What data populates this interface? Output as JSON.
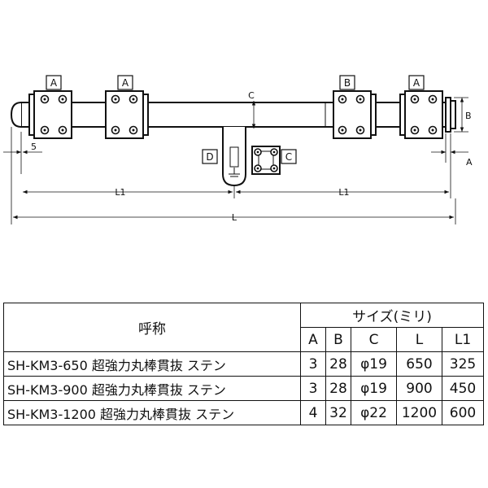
{
  "diagram": {
    "labels": {
      "a1": "A",
      "a2": "A",
      "b": "B",
      "a3": "A",
      "d": "D",
      "c": "C"
    },
    "dims": {
      "c": "C",
      "b": "B",
      "a": "A",
      "five": "5",
      "l1_left": "L1",
      "l1_right": "L1",
      "l": "L"
    }
  },
  "table": {
    "name_header": "呼称",
    "size_header": "サイズ(ミリ)",
    "columns": [
      "A",
      "B",
      "C",
      "L",
      "L1"
    ],
    "rows": [
      {
        "name": "SH-KM3-650 超強力丸棒貫抜 ステン",
        "a": "3",
        "b": "28",
        "c": "φ19",
        "l": "650",
        "l1": "325"
      },
      {
        "name": "SH-KM3-900 超強力丸棒貫抜 ステン",
        "a": "3",
        "b": "28",
        "c": "φ19",
        "l": "900",
        "l1": "450"
      },
      {
        "name": "SH-KM3-1200 超強力丸棒貫抜 ステン",
        "a": "4",
        "b": "32",
        "c": "φ22",
        "l": "1200",
        "l1": "600"
      }
    ]
  }
}
